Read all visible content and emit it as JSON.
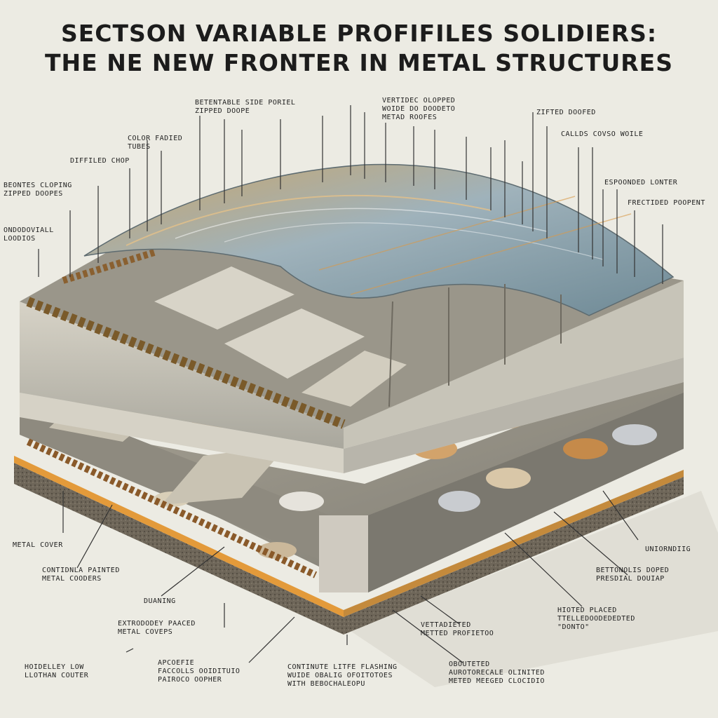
{
  "title": {
    "line1": "SECTSON VARIABLE PROFIFILES SOLIDIERS:",
    "line2": "THE NE NEW FRONTER IN METAL STRUCTURES"
  },
  "labels": {
    "top_1": "BETENTABLE SIDE PORIEL\nZIPPED DOOPE",
    "top_2": "VERTIDEC OLOPPED\nWOIDE DO DOODETO\nMETAD ROOFES",
    "top_3": "ZIFTED DOOFED",
    "top_4": "COLOR FADIED\nTUBES",
    "top_5": "CALLDS COVSO WOILE",
    "left_1": "DIFFILED CHOP",
    "left_2": "BEONTES CLOPING\nZIPPED DOOPES",
    "left_3": "ONDODOVIALL\nLOODIOS",
    "right_1": "ESPOONDED LONTER",
    "right_2": "FRECTIDED POOPENT",
    "bottom_1": "METAL COVER",
    "bottom_2": "CONTIDNLA PAINTED\nMETAL COODERS",
    "bottom_3": "DUANING",
    "bottom_4": "EXTRODODEY PAACED\nMETAL COVEPS",
    "bottom_5": "HOIDELLEY LOW\nLLOTHAN COUTER",
    "bottom_6": "APCOEFIE\nFACCOLLS OOIDITUIO\nPAIROCO OOPHER",
    "bottom_7": "CONTINUTE LITFE FLASHING\nWUIDE OBALIG OFOITOTOES\nWITH BEBOCHALEOPU",
    "bottom_8": "VETTADIETED\nMETTED PROFIETOO",
    "bottom_9": "OBOUTETED\nAUROTORECALE OLINITED\nMETED MEEGED CLOCIDIO",
    "bottom_10": "UNIORNDIIG",
    "bottom_11": "BETTONOLIS DOPED\nPRESDIAL DOUIAP",
    "bottom_12": "HIOTED PLACED\nTTELLEDOODEDEDTED\n\"DONTO\""
  }
}
